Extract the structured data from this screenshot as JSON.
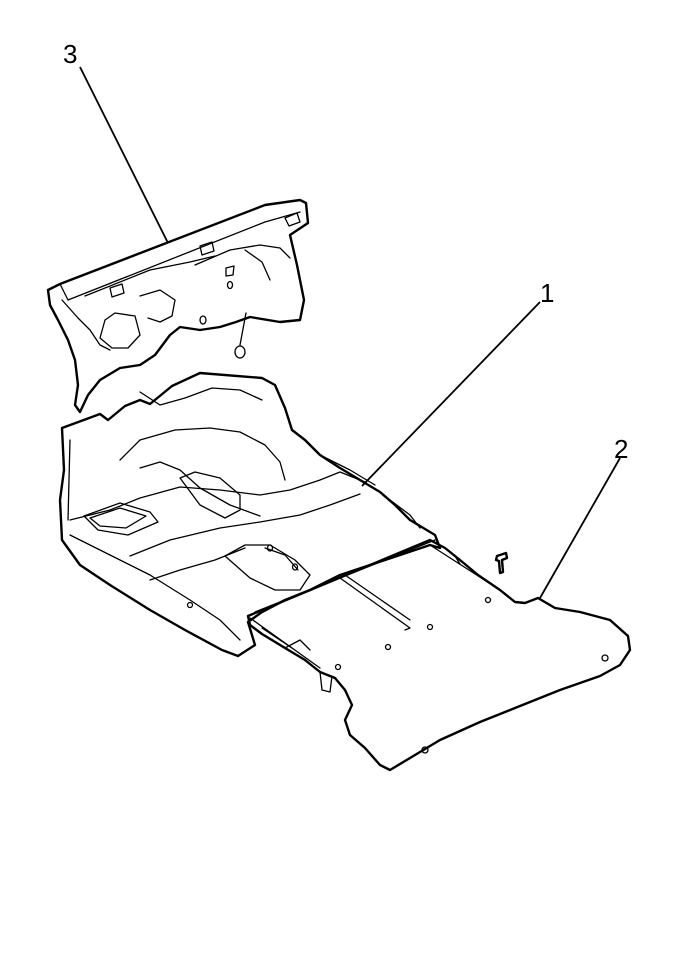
{
  "figure": {
    "callouts": [
      {
        "id": "1",
        "label": "1",
        "part": "carpet-floor-panel"
      },
      {
        "id": "2",
        "label": "2",
        "part": "rear-cargo-mat"
      },
      {
        "id": "3",
        "label": "3",
        "part": "dash-insulator"
      }
    ],
    "colors": {
      "line": "#000000",
      "background": "#ffffff"
    }
  }
}
